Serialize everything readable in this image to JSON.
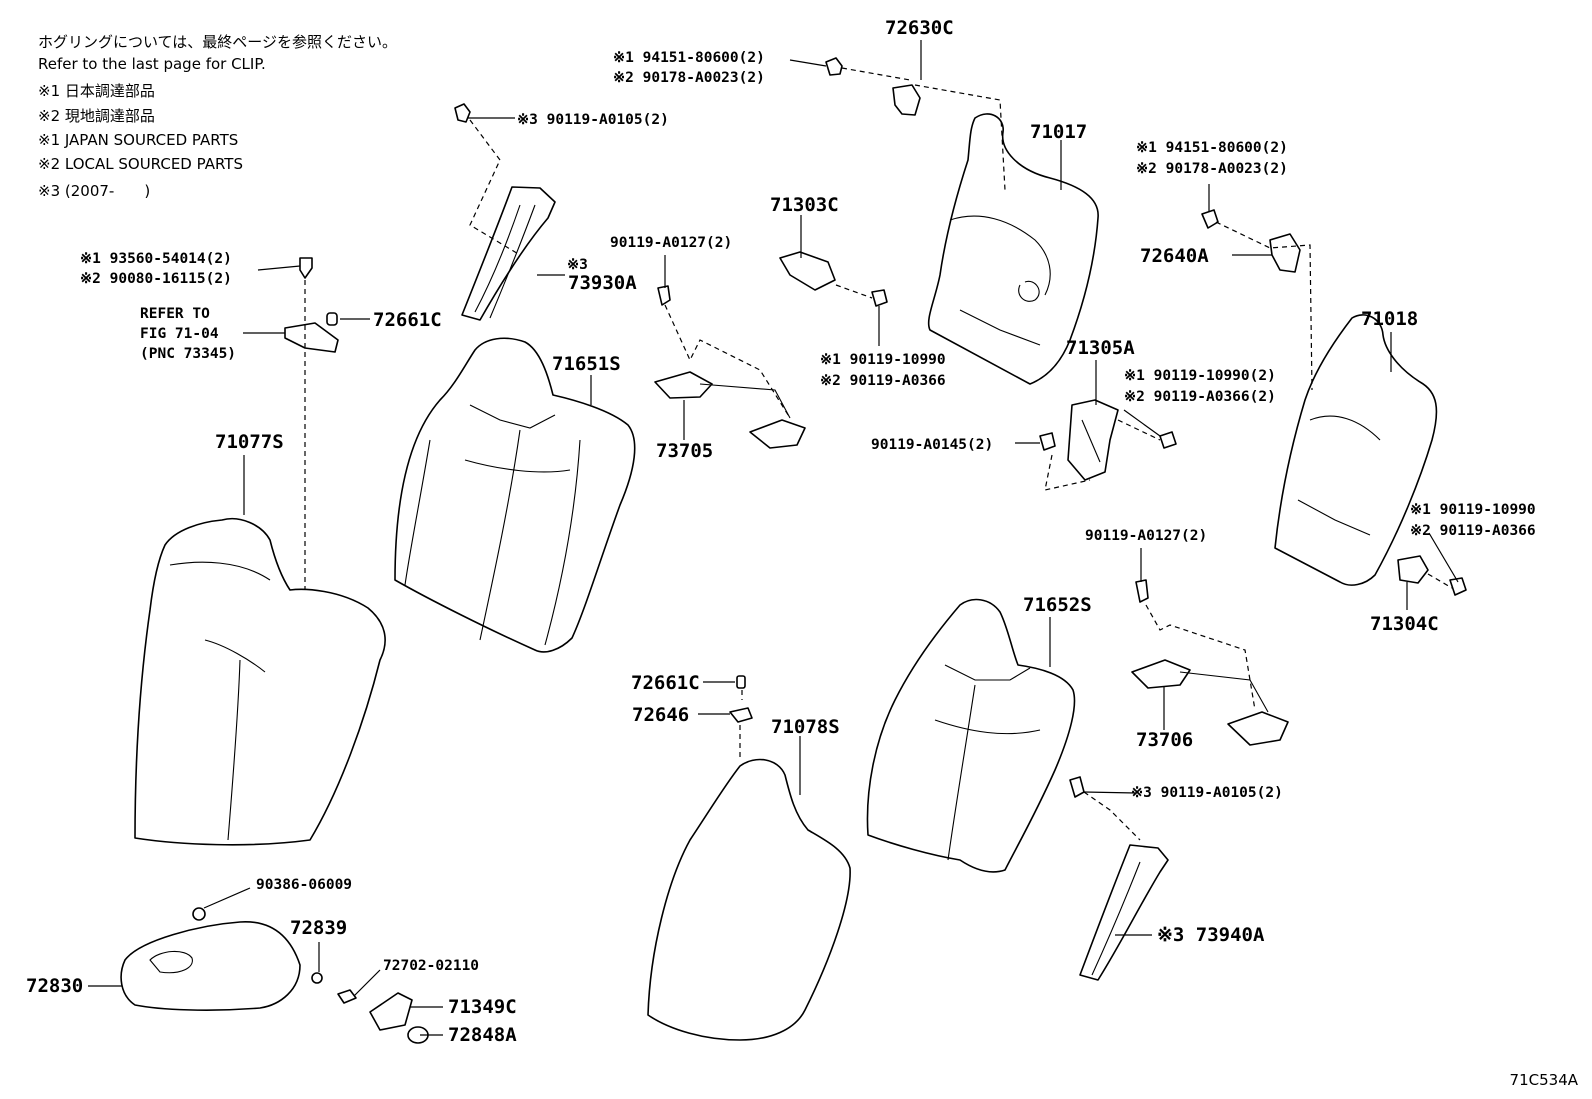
{
  "notes": [
    "ホグリングについては、最終ページを参照ください。",
    "Refer to the last page for CLIP.",
    "※1 日本調達部品",
    "※2 現地調達部品",
    "※1 JAPAN SOURCED PARTS",
    "※2 LOCAL SOURCED PARTS",
    "※3 (2007-　　)"
  ],
  "labels": {
    "p72630C": "72630C",
    "p71017": "71017",
    "p71303C": "71303C",
    "p73930A_mark": "※3",
    "p73930A": "73930A",
    "p71651S": "71651S",
    "p72661C_a": "72661C",
    "p71077S": "71077S",
    "p73705": "73705",
    "p71305A": "71305A",
    "p72640A": "72640A",
    "p71018": "71018",
    "p71304C": "71304C",
    "p71652S": "71652S",
    "p73706": "73706",
    "p72661C_b": "72661C",
    "p72646": "72646",
    "p71078S": "71078S",
    "p73940A": "※3 73940A",
    "p72830": "72830",
    "p72839": "72839",
    "p71349C": "71349C",
    "p72848A": "72848A",
    "b1_a": "※1 94151-80600(2)",
    "b1_b": "※2 90178-A0023(2)",
    "b2": "※3 90119-A0105(2)",
    "b3_a": "※1 93560-54014(2)",
    "b3_b": "※2 90080-16115(2)",
    "refer_a": "REFER TO",
    "refer_b": "FIG 71-04",
    "refer_c": "(PNC 73345)",
    "b4": "90119-A0127(2)",
    "b5_a": "※1 90119-10990",
    "b5_b": "※2 90119-A0366",
    "b6_a": "※1 94151-80600(2)",
    "b6_b": "※2 90178-A0023(2)",
    "b7_a": "※1 90119-10990(2)",
    "b7_b": "※2 90119-A0366(2)",
    "b8": "90119-A0145(2)",
    "b9": "90119-A0127(2)",
    "b10_a": "※1 90119-10990",
    "b10_b": "※2 90119-A0366",
    "b11": "※3 90119-A0105(2)",
    "b12": "90386-06009",
    "b13": "72702-02110"
  },
  "figure_id": "71C534A"
}
